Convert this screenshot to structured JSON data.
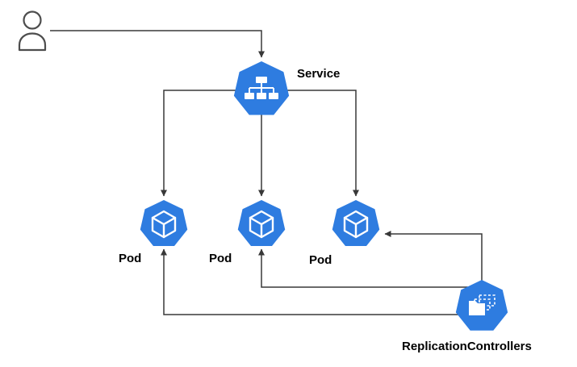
{
  "diagram": {
    "nodes": {
      "user": {
        "icon": "user-icon"
      },
      "service": {
        "label": "Service",
        "icon": "service-icon"
      },
      "pod_left": {
        "label": "Pod",
        "icon": "pod-icon"
      },
      "pod_middle": {
        "label": "Pod",
        "icon": "pod-icon"
      },
      "pod_right": {
        "label": "Pod",
        "icon": "pod-icon"
      },
      "replication_controllers": {
        "label": "ReplicationControllers",
        "icon": "replication-controllers-icon"
      }
    },
    "edges": [
      {
        "from": "user",
        "to": "service"
      },
      {
        "from": "service",
        "to": "pod_left"
      },
      {
        "from": "service",
        "to": "pod_middle"
      },
      {
        "from": "service",
        "to": "pod_right"
      },
      {
        "from": "replication_controllers",
        "to": "pod_right"
      },
      {
        "from": "replication_controllers",
        "to": "pod_middle"
      },
      {
        "from": "replication_controllers",
        "to": "pod_left"
      }
    ],
    "icons": {
      "user-icon": "person-outline",
      "service-icon": "kubernetes-heptagon-network-tree",
      "pod-icon": "kubernetes-heptagon-cube",
      "replication-controllers-icon": "kubernetes-heptagon-stacked-documents"
    },
    "colors": {
      "node_fill": "#2E7CE0",
      "glyph": "#FFFFFF",
      "arrow": "#383838",
      "user_outline": "#4D4D4D",
      "label": "#000000",
      "background": "#FFFFFF"
    }
  }
}
